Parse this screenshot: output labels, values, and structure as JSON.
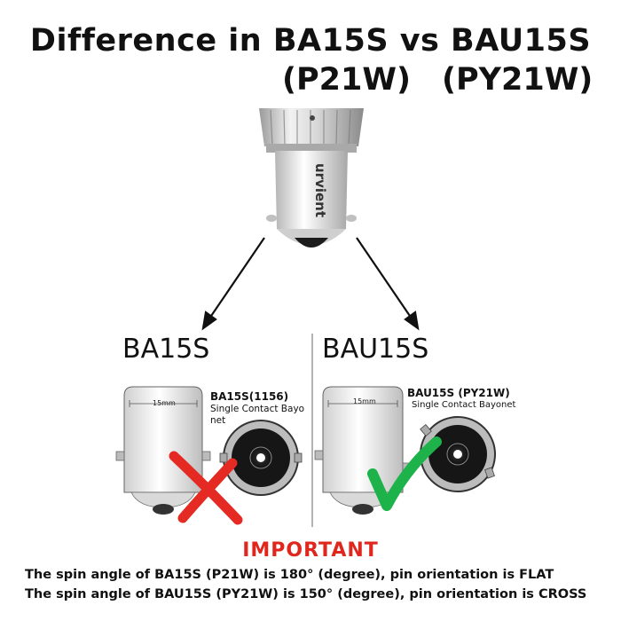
{
  "title": {
    "line1": "Difference in BA15S vs BAU15S",
    "left_code": "(P21W)",
    "right_code": "(PY21W)"
  },
  "bulb": {
    "brand": "urvient"
  },
  "left": {
    "label": "BA15S",
    "spec_title": "BA15S(1156)",
    "spec_desc": "Single Contact Bayo net",
    "dimension": "15mm",
    "mark": "incorrect-x"
  },
  "right": {
    "label": "BAU15S",
    "spec_title": "BAU15S (PY21W)",
    "spec_desc": "Single Contact Bayonet",
    "dimension": "15mm",
    "mark": "correct-check"
  },
  "important": {
    "heading": "IMPORTANT",
    "note1": "The spin angle of  BA15S (P21W) is 180° (degree), pin orientation is FLAT",
    "note2": "The spin angle of BAU15S (PY21W) is 150° (degree), pin orientation is CROSS"
  },
  "colors": {
    "heading_red": "#e0271e",
    "cross_red": "#e52a24",
    "check_green": "#1db34a"
  }
}
